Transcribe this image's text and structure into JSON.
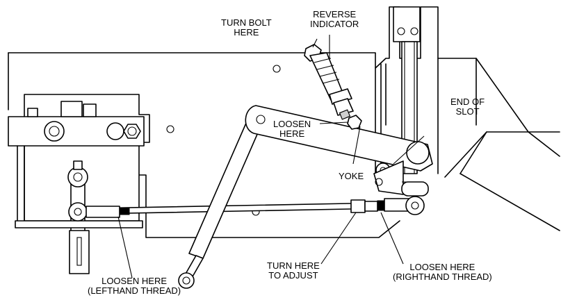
{
  "labels": {
    "turn_bolt": [
      "TURN BOLT",
      "HERE"
    ],
    "reverse_indicator": [
      "REVERSE",
      "INDICATOR"
    ],
    "loosen_yoke_nut": [
      "LOOSEN",
      "HERE"
    ],
    "end_of_slot": [
      "END OF",
      "SLOT"
    ],
    "yoke": [
      "YOKE"
    ],
    "loosen_left": [
      "LOOSEN HERE",
      "(LEFTHAND THREAD)"
    ],
    "turn_adjust": [
      "TURN HERE",
      "TO ADJUST"
    ],
    "loosen_right": [
      "LOOSEN HERE",
      "(RIGHTHAND THREAD)"
    ]
  }
}
